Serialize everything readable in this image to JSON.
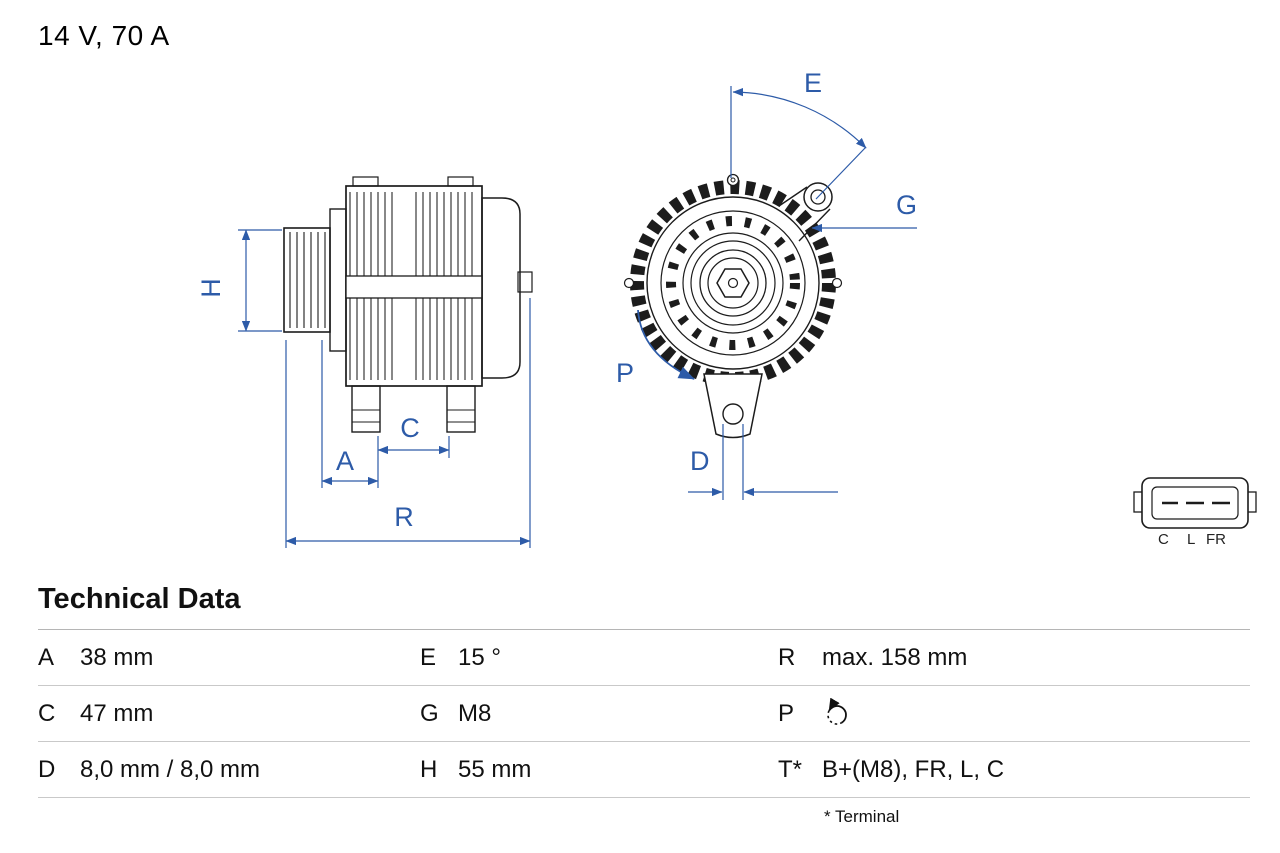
{
  "colors": {
    "accent_blue": "#2d5ba8",
    "drawing_ink": "#1c1c1c"
  },
  "header": {
    "rating": "14 V, 70 A"
  },
  "diagram": {
    "dimension_labels": {
      "H": "H",
      "A": "A",
      "C": "C",
      "R": "R",
      "E": "E",
      "G": "G",
      "P": "P",
      "D": "D"
    },
    "connector": {
      "pin_labels": [
        "C",
        "L",
        "FR"
      ]
    }
  },
  "technical_data": {
    "title": "Technical Data",
    "rows": [
      [
        {
          "key": "A",
          "value": "38 mm"
        },
        {
          "key": "E",
          "value": "15 °"
        },
        {
          "key": "R",
          "value": "max. 158 mm"
        }
      ],
      [
        {
          "key": "C",
          "value": "47 mm"
        },
        {
          "key": "G",
          "value": "M8"
        },
        {
          "key": "P",
          "value": "",
          "icon": "rotation-ccw"
        }
      ],
      [
        {
          "key": "D",
          "value": "8,0 mm / 8,0 mm"
        },
        {
          "key": "H",
          "value": "55 mm"
        },
        {
          "key": "T*",
          "value": "B+(M8), FR, L, C"
        }
      ]
    ],
    "footnote": "* Terminal"
  }
}
